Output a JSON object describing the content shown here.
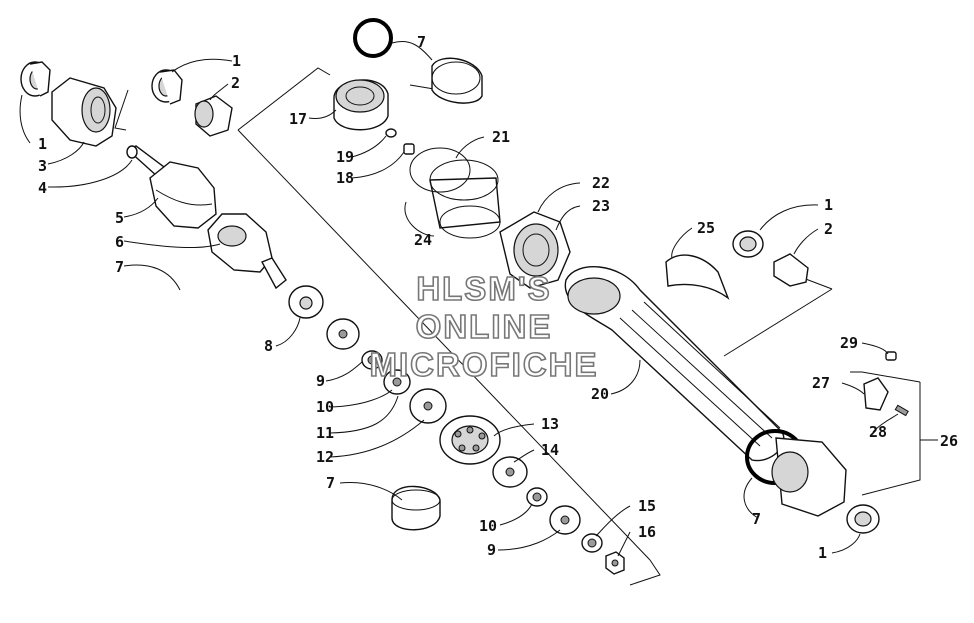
{
  "watermark": {
    "line1": "HLSM'S",
    "line2": "ONLINE",
    "line3": "MICROFICHE"
  },
  "callouts": {
    "c1a": "1",
    "c2a": "2",
    "c1b": "1",
    "c3": "3",
    "c4": "4",
    "c5": "5",
    "c6": "6",
    "c7a": "7",
    "c8": "8",
    "c9a": "9",
    "c10a": "10",
    "c11": "11",
    "c12": "12",
    "c7b": "7",
    "c7c": "7",
    "c17": "17",
    "c19": "19",
    "c18": "18",
    "c21": "21",
    "c24": "24",
    "c22": "22",
    "c23": "23",
    "c25": "25",
    "c1c": "1",
    "c2b": "2",
    "c20": "20",
    "c13": "13",
    "c14": "14",
    "c15": "15",
    "c10b": "10",
    "c16": "16",
    "c9b": "9",
    "c29": "29",
    "c27": "27",
    "c28": "28",
    "c26": "26",
    "c7d": "7",
    "c1d": "1"
  }
}
